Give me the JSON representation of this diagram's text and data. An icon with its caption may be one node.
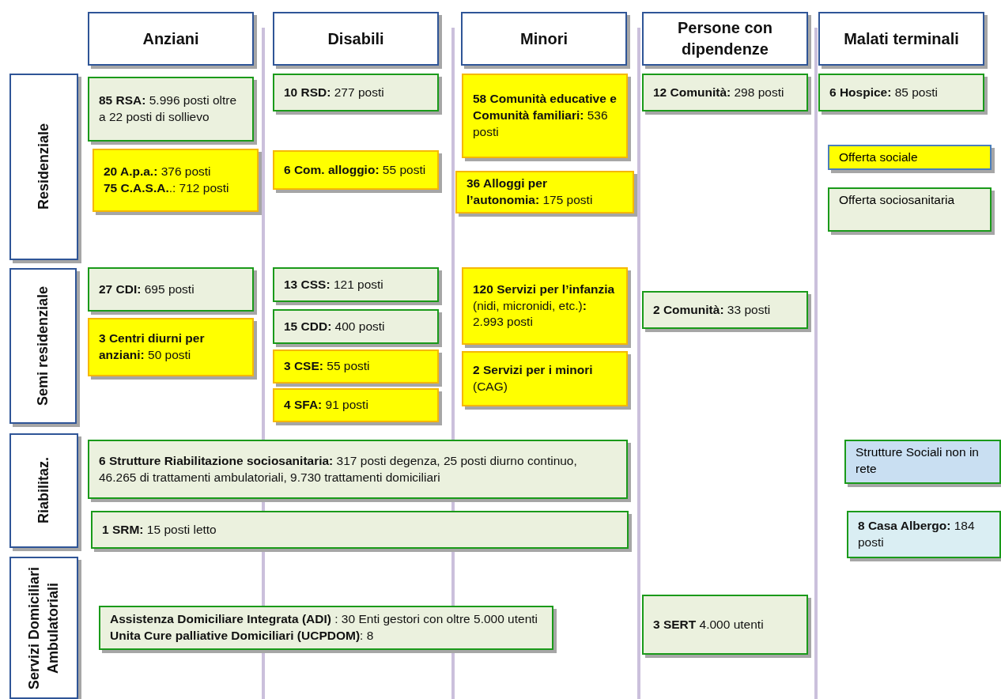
{
  "diagram": {
    "nodes": [
      {
        "text": [
          "Anziani"
        ]
      },
      {
        "text": [
          "Disabili"
        ]
      },
      {
        "text": [
          "Minori"
        ]
      },
      {
        "text": [
          "Persone con dipendenze"
        ]
      },
      {
        "text": [
          "Malati terminali"
        ]
      },
      {
        "text": [
          "Residenziale"
        ]
      },
      {
        "text": [
          "**85 RSA:** 5.996 posti oltre a 22 posti di sollievo"
        ]
      },
      {
        "text": [
          "**10 RSD:** 277 posti"
        ]
      },
      {
        "text": [
          "**58 Comunità educative e Comunità familiari:** 536 posti"
        ]
      },
      {
        "text": [
          "**12 Comunità:** 298 posti"
        ]
      },
      {
        "text": [
          "**6 Hospice:** 85 posti"
        ]
      },
      {
        "text": [
          "**20 A.p.a.:** 376 posti",
          "**75 C.A.S.A.**.: 712 posti"
        ]
      },
      {
        "text": [
          "**6 Com. alloggio:** 55 posti"
        ]
      },
      {
        "text": [
          "**36 Alloggi per l’autonomia:** 175 posti"
        ]
      },
      {
        "text": [
          "Semi residenziale"
        ]
      },
      {
        "text": [
          "**27 CDI:** 695 posti"
        ]
      },
      {
        "text": [
          "**13 CSS:** 121 posti"
        ]
      },
      {
        "text": [
          "**120 Servizi per l’infanzia** (nidi, micronidi, etc.)**:** 2.993 posti"
        ]
      },
      {
        "text": [
          "**2 Comunità:** 33 posti"
        ]
      },
      {
        "text": [
          "**15 CDD:** 400 posti"
        ]
      },
      {
        "text": [
          "**3 Centri diurni per anziani:** 50 posti"
        ]
      },
      {
        "text": [
          "**3 CSE:** 55 posti"
        ]
      },
      {
        "text": [
          "**2 Servizi per i minori** (CAG)"
        ]
      },
      {
        "text": [
          "**4 SFA:** 91 posti"
        ]
      },
      {
        "text": [
          "Riabilitaz."
        ]
      },
      {
        "text": [
          "**6 Strutture Riabilitazione sociosanitaria:** 317 posti degenza, 25 posti diurno continuo, 46.265 di trattamenti ambulatoriali, 9.730 trattamenti domiciliari"
        ]
      },
      {
        "text": [
          "**1 SRM:** 15 posti letto"
        ]
      },
      {
        "text": [
          "**8 Casa Albergo:** 184 posti"
        ]
      },
      {
        "text": [
          "Servizi Domiciliari Ambulatoriali"
        ]
      },
      {
        "text": [
          "**Assistenza Domiciliare Integrata (ADI)** : 30 Enti gestori con oltre 5.000 utenti",
          "**Unita Cure palliative Domiciliari (UCPDOM)**: 8"
        ]
      },
      {
        "text": [
          "**3 SERT** 4.000 utenti"
        ]
      }
    ],
    "legend": [
      {
        "text": "Offerta sociale",
        "color": "#ffff00"
      },
      {
        "text": "Offerta sociosanitaria",
        "color": "#ebf1de"
      },
      {
        "text": "Strutture Sociali non in rete",
        "color": "#c9dff2"
      }
    ]
  }
}
